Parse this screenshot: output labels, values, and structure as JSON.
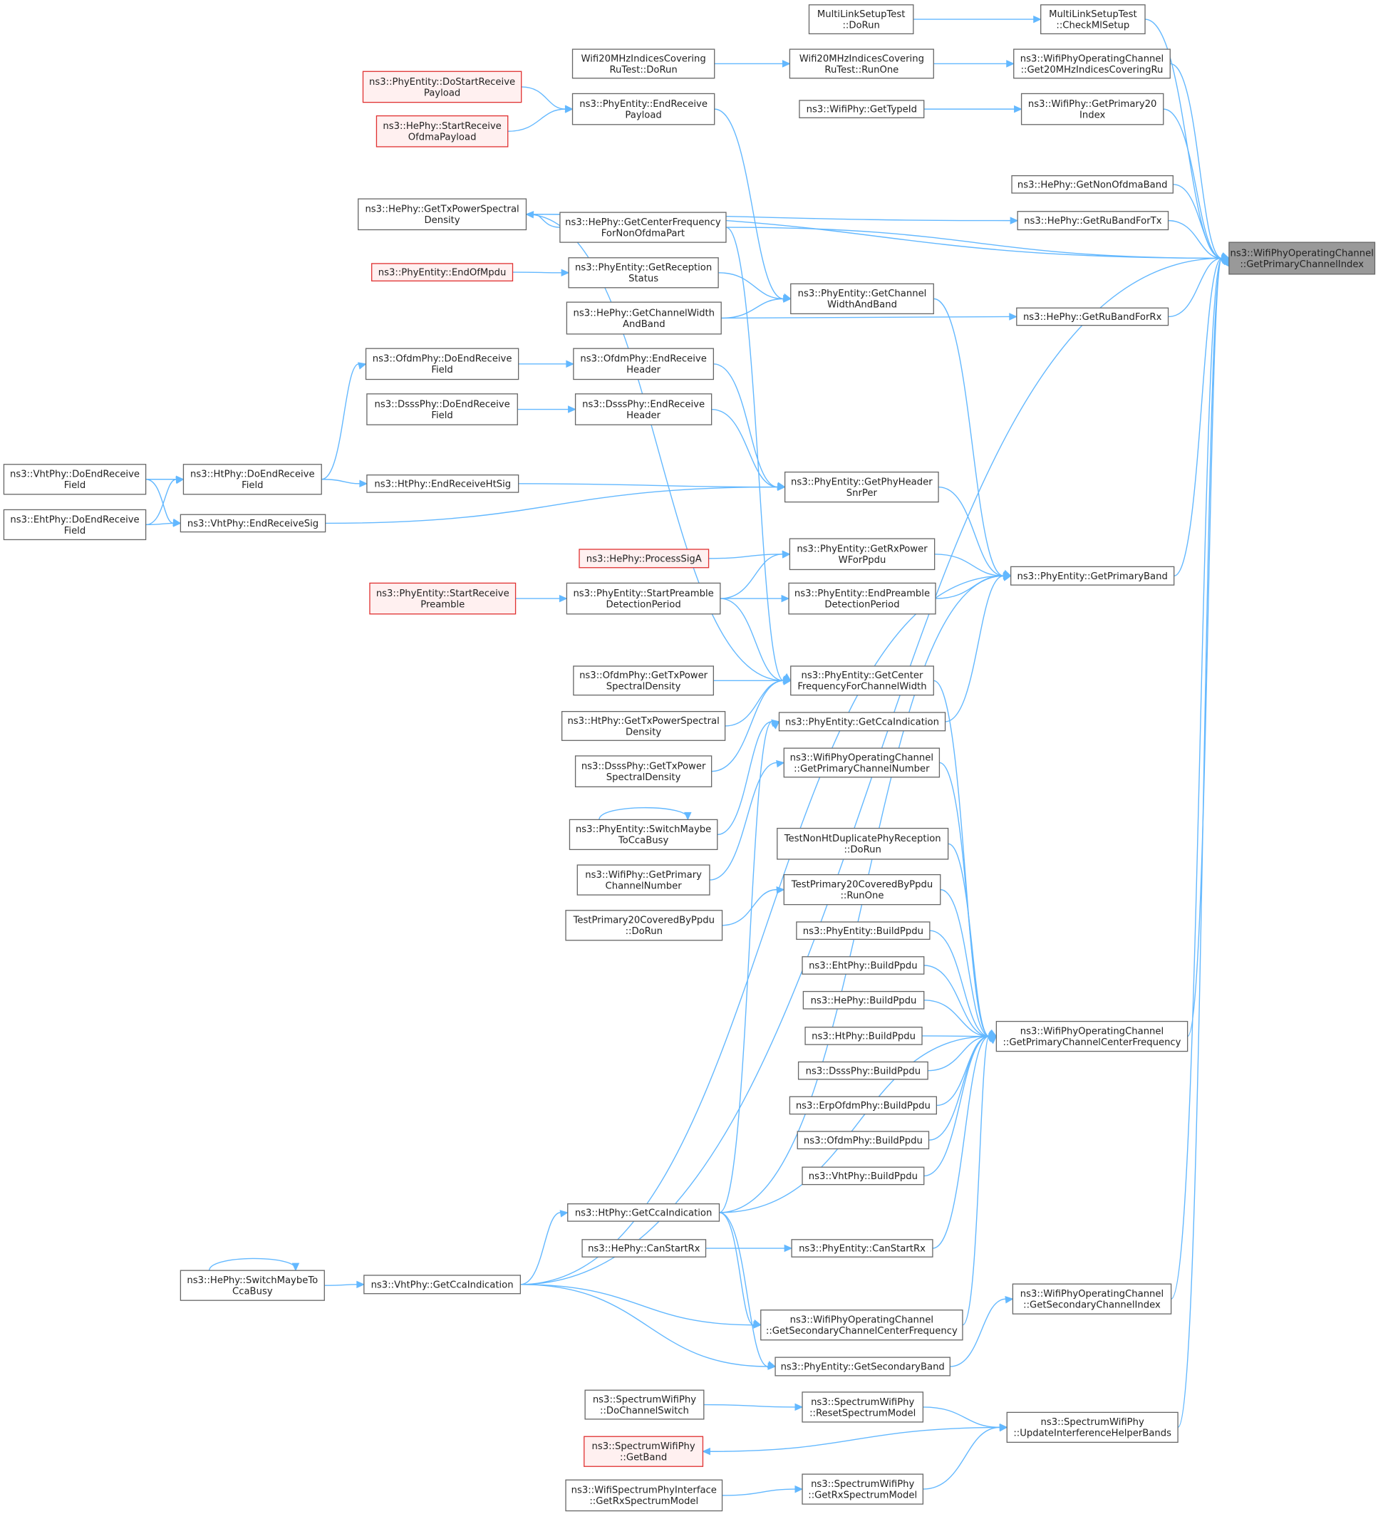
{
  "diagram": {
    "root": "ns3::WifiPhyOperatingChannel\n::GetPrimaryChannelIndex",
    "nodes": [
      {
        "id": "root",
        "lines": [
          "ns3::WifiPhyOperatingChannel",
          "::GetPrimaryChannelIndex"
        ],
        "style": "root"
      },
      {
        "id": "mlsCheck",
        "lines": [
          "MultiLinkSetupTest",
          "::CheckMlSetup"
        ]
      },
      {
        "id": "mlsDoRun",
        "lines": [
          "MultiLinkSetupTest",
          "::DoRun"
        ]
      },
      {
        "id": "get20",
        "lines": [
          "ns3::WifiPhyOperatingChannel",
          "::Get20MHzIndicesCoveringRu"
        ]
      },
      {
        "id": "w20RunOne",
        "lines": [
          "Wifi20MHzIndicesCovering",
          "RuTest::RunOne"
        ]
      },
      {
        "id": "w20DoRun",
        "lines": [
          "Wifi20MHzIndicesCovering",
          "RuTest::DoRun"
        ]
      },
      {
        "id": "getPrim20",
        "lines": [
          "ns3::WifiPhy::GetPrimary20",
          "Index"
        ]
      },
      {
        "id": "getTypeId",
        "lines": [
          "ns3::WifiPhy::GetTypeId"
        ]
      },
      {
        "id": "endRecvPayload",
        "lines": [
          "ns3::PhyEntity::EndReceive",
          "Payload"
        ]
      },
      {
        "id": "doStartRecvPayload",
        "lines": [
          "ns3::PhyEntity::DoStartReceive",
          "Payload"
        ],
        "style": "red"
      },
      {
        "id": "heStartRecvOfdma",
        "lines": [
          "ns3::HePhy::StartReceive",
          "OfdmaPayload"
        ],
        "style": "red"
      },
      {
        "id": "getNonOfdmaBand",
        "lines": [
          "ns3::HePhy::GetNonOfdmaBand"
        ]
      },
      {
        "id": "heGetTxPsd",
        "lines": [
          "ns3::HePhy::GetTxPowerSpectral",
          "Density"
        ]
      },
      {
        "id": "getRuBandTx",
        "lines": [
          "ns3::HePhy::GetRuBandForTx"
        ]
      },
      {
        "id": "heCenterFreqNonOfdma",
        "lines": [
          "ns3::HePhy::GetCenterFrequency",
          "ForNonOfdmaPart"
        ]
      },
      {
        "id": "endOfMpdu",
        "lines": [
          "ns3::PhyEntity::EndOfMpdu"
        ],
        "style": "red"
      },
      {
        "id": "getRecepStatus",
        "lines": [
          "ns3::PhyEntity::GetReception",
          "Status"
        ]
      },
      {
        "id": "getChWidthBand",
        "lines": [
          "ns3::PhyEntity::GetChannel",
          "WidthAndBand"
        ]
      },
      {
        "id": "heGetChWidthBand",
        "lines": [
          "ns3::HePhy::GetChannelWidth",
          "AndBand"
        ]
      },
      {
        "id": "getRuBandRx",
        "lines": [
          "ns3::HePhy::GetRuBandForRx"
        ]
      },
      {
        "id": "ofdmDoEndRecvField",
        "lines": [
          "ns3::OfdmPhy::DoEndReceive",
          "Field"
        ]
      },
      {
        "id": "ofdmEndRecvHeader",
        "lines": [
          "ns3::OfdmPhy::EndReceive",
          "Header"
        ]
      },
      {
        "id": "dsssDoEndRecvField",
        "lines": [
          "ns3::DsssPhy::DoEndReceive",
          "Field"
        ]
      },
      {
        "id": "dsssEndRecvHeader",
        "lines": [
          "ns3::DsssPhy::EndReceive",
          "Header"
        ]
      },
      {
        "id": "vhtDoEndRecvField",
        "lines": [
          "ns3::VhtPhy::DoEndReceive",
          "Field"
        ]
      },
      {
        "id": "htDoEndRecvField",
        "lines": [
          "ns3::HtPhy::DoEndReceive",
          "Field"
        ]
      },
      {
        "id": "htEndRecvHtSig",
        "lines": [
          "ns3::HtPhy::EndReceiveHtSig"
        ]
      },
      {
        "id": "getPhyHdrSnrPer",
        "lines": [
          "ns3::PhyEntity::GetPhyHeader",
          "SnrPer"
        ]
      },
      {
        "id": "ehtDoEndRecvField",
        "lines": [
          "ns3::EhtPhy::DoEndReceive",
          "Field"
        ]
      },
      {
        "id": "vhtEndRecvSig",
        "lines": [
          "ns3::VhtPhy::EndReceiveSig"
        ]
      },
      {
        "id": "processSigA",
        "lines": [
          "ns3::HePhy::ProcessSigA"
        ],
        "style": "red"
      },
      {
        "id": "getRxPowerPpdu",
        "lines": [
          "ns3::PhyEntity::GetRxPower",
          "WForPpdu"
        ]
      },
      {
        "id": "getPrimaryBand",
        "lines": [
          "ns3::PhyEntity::GetPrimaryBand"
        ]
      },
      {
        "id": "startRecvPreamble",
        "lines": [
          "ns3::PhyEntity::StartReceive",
          "Preamble"
        ],
        "style": "red"
      },
      {
        "id": "startPreDetPeriod",
        "lines": [
          "ns3::PhyEntity::StartPreamble",
          "DetectionPeriod"
        ]
      },
      {
        "id": "endPreDetPeriod",
        "lines": [
          "ns3::PhyEntity::EndPreamble",
          "DetectionPeriod"
        ]
      },
      {
        "id": "ofdmGetTxPsd",
        "lines": [
          "ns3::OfdmPhy::GetTxPower",
          "SpectralDensity"
        ]
      },
      {
        "id": "getCenterFreqChW",
        "lines": [
          "ns3::PhyEntity::GetCenter",
          "FrequencyForChannelWidth"
        ]
      },
      {
        "id": "htGetTxPsd",
        "lines": [
          "ns3::HtPhy::GetTxPowerSpectral",
          "Density"
        ]
      },
      {
        "id": "getCcaIndication",
        "lines": [
          "ns3::PhyEntity::GetCcaIndication"
        ]
      },
      {
        "id": "dsssGetTxPsd",
        "lines": [
          "ns3::DsssPhy::GetTxPower",
          "SpectralDensity"
        ]
      },
      {
        "id": "opGetPrimChNum",
        "lines": [
          "ns3::WifiPhyOperatingChannel",
          "::GetPrimaryChannelNumber"
        ]
      },
      {
        "id": "switchMaybeCca",
        "lines": [
          "ns3::PhyEntity::SwitchMaybe",
          "ToCcaBusy"
        ]
      },
      {
        "id": "testNonHtDup",
        "lines": [
          "TestNonHtDuplicatePhyReception",
          "::DoRun"
        ]
      },
      {
        "id": "wifiGetPrimChNum",
        "lines": [
          "ns3::WifiPhy::GetPrimary",
          "ChannelNumber"
        ]
      },
      {
        "id": "tp20RunOne",
        "lines": [
          "TestPrimary20CoveredByPpdu",
          "::RunOne"
        ]
      },
      {
        "id": "tp20DoRun",
        "lines": [
          "TestPrimary20CoveredByPpdu",
          "::DoRun"
        ]
      },
      {
        "id": "peBuildPpdu",
        "lines": [
          "ns3::PhyEntity::BuildPpdu"
        ]
      },
      {
        "id": "ehtBuildPpdu",
        "lines": [
          "ns3::EhtPhy::BuildPpdu"
        ]
      },
      {
        "id": "heBuildPpdu",
        "lines": [
          "ns3::HePhy::BuildPpdu"
        ]
      },
      {
        "id": "getPrimChCenterFreq",
        "lines": [
          "ns3::WifiPhyOperatingChannel",
          "::GetPrimaryChannelCenterFrequency"
        ]
      },
      {
        "id": "htBuildPpdu",
        "lines": [
          "ns3::HtPhy::BuildPpdu"
        ]
      },
      {
        "id": "dsssBuildPpdu",
        "lines": [
          "ns3::DsssPhy::BuildPpdu"
        ]
      },
      {
        "id": "erpBuildPpdu",
        "lines": [
          "ns3::ErpOfdmPhy::BuildPpdu"
        ]
      },
      {
        "id": "ofdmBuildPpdu",
        "lines": [
          "ns3::OfdmPhy::BuildPpdu"
        ]
      },
      {
        "id": "vhtBuildPpdu",
        "lines": [
          "ns3::VhtPhy::BuildPpdu"
        ]
      },
      {
        "id": "htGetCca",
        "lines": [
          "ns3::HtPhy::GetCcaIndication"
        ]
      },
      {
        "id": "heCanStartRx",
        "lines": [
          "ns3::HePhy::CanStartRx"
        ]
      },
      {
        "id": "peCanStartRx",
        "lines": [
          "ns3::PhyEntity::CanStartRx"
        ]
      },
      {
        "id": "heSwitchMaybeCca",
        "lines": [
          "ns3::HePhy::SwitchMaybeTo",
          "CcaBusy"
        ]
      },
      {
        "id": "vhtGetCca",
        "lines": [
          "ns3::VhtPhy::GetCcaIndication"
        ]
      },
      {
        "id": "getSecChIndex",
        "lines": [
          "ns3::WifiPhyOperatingChannel",
          "::GetSecondaryChannelIndex"
        ]
      },
      {
        "id": "getSecChCenterFreq",
        "lines": [
          "ns3::WifiPhyOperatingChannel",
          "::GetSecondaryChannelCenterFrequency"
        ]
      },
      {
        "id": "getSecondaryBand",
        "lines": [
          "ns3::PhyEntity::GetSecondaryBand"
        ]
      },
      {
        "id": "swDoChSwitch",
        "lines": [
          "ns3::SpectrumWifiPhy",
          "::DoChannelSwitch"
        ]
      },
      {
        "id": "swResetSpecModel",
        "lines": [
          "ns3::SpectrumWifiPhy",
          "::ResetSpectrumModel"
        ]
      },
      {
        "id": "swUpdateIHB",
        "lines": [
          "ns3::SpectrumWifiPhy",
          "::UpdateInterferenceHelperBands"
        ]
      },
      {
        "id": "swGetBand",
        "lines": [
          "ns3::SpectrumWifiPhy",
          "::GetBand"
        ],
        "style": "red"
      },
      {
        "id": "wspiGetRxSpec",
        "lines": [
          "ns3::WifiSpectrumPhyInterface",
          "::GetRxSpectrumModel"
        ]
      },
      {
        "id": "swGetRxSpec",
        "lines": [
          "ns3::SpectrumWifiPhy",
          "::GetRxSpectrumModel"
        ]
      }
    ],
    "edges": [
      [
        "mlsDoRun",
        "mlsCheck"
      ],
      [
        "mlsCheck",
        "root"
      ],
      [
        "w20DoRun",
        "w20RunOne"
      ],
      [
        "w20RunOne",
        "get20"
      ],
      [
        "get20",
        "root"
      ],
      [
        "getTypeId",
        "getPrim20"
      ],
      [
        "getPrim20",
        "root"
      ],
      [
        "doStartRecvPayload",
        "endRecvPayload"
      ],
      [
        "heStartRecvOfdma",
        "endRecvPayload"
      ],
      [
        "endRecvPayload",
        "getChWidthBand"
      ],
      [
        "heGetTxPsd",
        "root"
      ],
      [
        "getNonOfdmaBand",
        "root"
      ],
      [
        "heGetTxPsd",
        "getRuBandTx"
      ],
      [
        "getRuBandTx",
        "root"
      ],
      [
        "heCenterFreqNonOfdma",
        "heGetTxPsd"
      ],
      [
        "heCenterFreqNonOfdma",
        "root"
      ],
      [
        "endOfMpdu",
        "getRecepStatus"
      ],
      [
        "getRecepStatus",
        "getChWidthBand"
      ],
      [
        "heGetChWidthBand",
        "getChWidthBand"
      ],
      [
        "heGetChWidthBand",
        "getRuBandRx"
      ],
      [
        "getRuBandRx",
        "root"
      ],
      [
        "getChWidthBand",
        "getPrimaryBand"
      ],
      [
        "htDoEndRecvField",
        "ofdmDoEndRecvField"
      ],
      [
        "ofdmDoEndRecvField",
        "ofdmEndRecvHeader"
      ],
      [
        "dsssDoEndRecvField",
        "dsssEndRecvHeader"
      ],
      [
        "ofdmEndRecvHeader",
        "getPhyHdrSnrPer"
      ],
      [
        "dsssEndRecvHeader",
        "getPhyHdrSnrPer"
      ],
      [
        "vhtDoEndRecvField",
        "htDoEndRecvField"
      ],
      [
        "ehtDoEndRecvField",
        "htDoEndRecvField"
      ],
      [
        "vhtDoEndRecvField",
        "vhtEndRecvSig"
      ],
      [
        "ehtDoEndRecvField",
        "vhtEndRecvSig"
      ],
      [
        "htDoEndRecvField",
        "htEndRecvHtSig"
      ],
      [
        "htEndRecvHtSig",
        "getPhyHdrSnrPer"
      ],
      [
        "vhtEndRecvSig",
        "getPhyHdrSnrPer"
      ],
      [
        "getPhyHdrSnrPer",
        "getPrimaryBand"
      ],
      [
        "processSigA",
        "getRxPowerPpdu"
      ],
      [
        "startPreDetPeriod",
        "getRxPowerPpdu"
      ],
      [
        "getRxPowerPpdu",
        "getPrimaryBand"
      ],
      [
        "startRecvPreamble",
        "startPreDetPeriod"
      ],
      [
        "startPreDetPeriod",
        "endPreDetPeriod"
      ],
      [
        "endPreDetPeriod",
        "getPrimaryBand"
      ],
      [
        "getPrimaryBand",
        "root"
      ],
      [
        "vhtGetCca",
        "getPrimaryBand"
      ],
      [
        "ofdmGetTxPsd",
        "getCenterFreqChW"
      ],
      [
        "htGetTxPsd",
        "getCenterFreqChW"
      ],
      [
        "dsssGetTxPsd",
        "getCenterFreqChW"
      ],
      [
        "heGetTxPsd",
        "getCenterFreqChW"
      ],
      [
        "heCenterFreqNonOfdma",
        "getCenterFreqChW"
      ],
      [
        "startPreDetPeriod",
        "getCenterFreqChW"
      ],
      [
        "getCenterFreqChW",
        "getPrimChCenterFreq"
      ],
      [
        "getCcaIndication",
        "getPrimaryBand"
      ],
      [
        "switchMaybeCca",
        "getCcaIndication"
      ],
      [
        "switchMaybeCca",
        "switchMaybeCca"
      ],
      [
        "htGetCca",
        "getCcaIndication"
      ],
      [
        "opGetPrimChNum",
        "getPrimChCenterFreq"
      ],
      [
        "wifiGetPrimChNum",
        "opGetPrimChNum"
      ],
      [
        "htGetCca",
        "getPrimaryBand"
      ],
      [
        "testNonHtDup",
        "getPrimChCenterFreq"
      ],
      [
        "tp20DoRun",
        "tp20RunOne"
      ],
      [
        "tp20RunOne",
        "getPrimChCenterFreq"
      ],
      [
        "peBuildPpdu",
        "getPrimChCenterFreq"
      ],
      [
        "ehtBuildPpdu",
        "getPrimChCenterFreq"
      ],
      [
        "heBuildPpdu",
        "getPrimChCenterFreq"
      ],
      [
        "htBuildPpdu",
        "getPrimChCenterFreq"
      ],
      [
        "dsssBuildPpdu",
        "getPrimChCenterFreq"
      ],
      [
        "erpBuildPpdu",
        "getPrimChCenterFreq"
      ],
      [
        "ofdmBuildPpdu",
        "getPrimChCenterFreq"
      ],
      [
        "vhtBuildPpdu",
        "getPrimChCenterFreq"
      ],
      [
        "getPrimChCenterFreq",
        "root"
      ],
      [
        "htGetCca",
        "getPrimChCenterFreq"
      ],
      [
        "heCanStartRx",
        "peCanStartRx"
      ],
      [
        "peCanStartRx",
        "getPrimChCenterFreq"
      ],
      [
        "vhtGetCca",
        "htGetCca"
      ],
      [
        "heSwitchMaybeCca",
        "vhtGetCca"
      ],
      [
        "heSwitchMaybeCca",
        "heSwitchMaybeCca"
      ],
      [
        "vhtGetCca",
        "root"
      ],
      [
        "getSecChIndex",
        "root"
      ],
      [
        "htGetCca",
        "getSecChCenterFreq"
      ],
      [
        "vhtGetCca",
        "getSecChCenterFreq"
      ],
      [
        "getSecChCenterFreq",
        "getPrimChCenterFreq"
      ],
      [
        "htGetCca",
        "getSecondaryBand"
      ],
      [
        "vhtGetCca",
        "getSecondaryBand"
      ],
      [
        "getSecondaryBand",
        "getSecChIndex"
      ],
      [
        "swDoChSwitch",
        "swResetSpecModel"
      ],
      [
        "swResetSpecModel",
        "swUpdateIHB"
      ],
      [
        "swUpdateIHB",
        "root"
      ],
      [
        "swUpdateIHB",
        "swGetBand"
      ],
      [
        "wspiGetRxSpec",
        "swGetRxSpec"
      ],
      [
        "swGetRxSpec",
        "swUpdateIHB"
      ]
    ]
  }
}
